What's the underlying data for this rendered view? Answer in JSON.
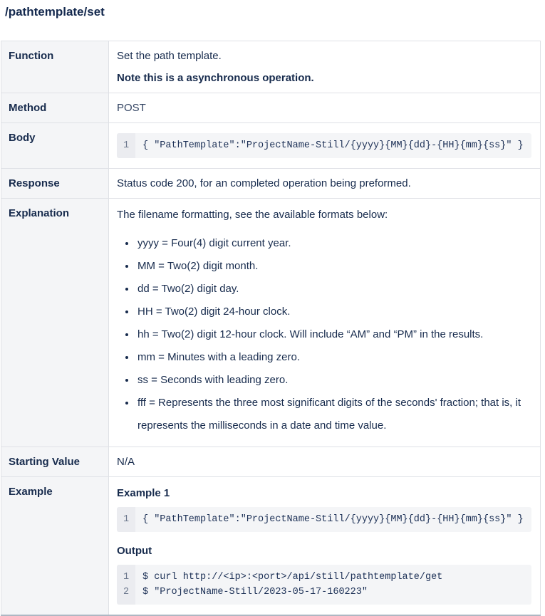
{
  "page": {
    "title": "/pathtemplate/set"
  },
  "colors": {
    "text": "#172b4d",
    "header_cell_bg": "#f4f5f7",
    "table_border": "#dfe1e6",
    "table_bottom_border": "#aeb7c3",
    "code_bg": "#f4f5f7",
    "code_gutter_bg": "#ebecf0",
    "code_line_number": "#6b778c"
  },
  "table": {
    "rows": {
      "function": {
        "label": "Function",
        "text": "Set the path template.",
        "note": "Note this is a asynchronous operation."
      },
      "method": {
        "label": "Method",
        "value": "POST"
      },
      "body": {
        "label": "Body",
        "code": {
          "lines": [
            {
              "num": "1",
              "text": "{ \"PathTemplate\":\"ProjectName-Still/{yyyy}{MM}{dd}-{HH}{mm}{ss}\" }"
            }
          ]
        }
      },
      "response": {
        "label": "Response",
        "text": "Status code 200, for an completed operation being preformed."
      },
      "explanation": {
        "label": "Explanation",
        "intro": "The filename formatting, see the available formats below:",
        "items": [
          "yyyy = Four(4) digit current year.",
          "MM = Two(2) digit month.",
          "dd = Two(2) digit day.",
          "HH = Two(2) digit 24-hour clock.",
          "hh = Two(2) digit 12-hour clock. Will include “AM” and “PM” in the results.",
          "mm = Minutes with a leading zero.",
          "ss = Seconds with leading zero.",
          "fff = Represents the three most significant digits of the seconds' fraction; that is, it represents the milliseconds in a date and time value."
        ]
      },
      "starting_value": {
        "label": "Starting Value",
        "value": "N/A"
      },
      "example": {
        "label": "Example",
        "example_heading": "Example 1",
        "example_code": {
          "lines": [
            {
              "num": "1",
              "text": "{ \"PathTemplate\":\"ProjectName-Still/{yyyy}{MM}{dd}-{HH}{mm}{ss}\" }"
            }
          ]
        },
        "output_heading": "Output",
        "output_code": {
          "lines": [
            {
              "num": "1",
              "text": "$ curl http://<ip>:<port>/api/still/pathtemplate/get"
            },
            {
              "num": "2",
              "text": "$ \"ProjectName-Still/2023-05-17-160223\""
            }
          ]
        }
      }
    }
  }
}
